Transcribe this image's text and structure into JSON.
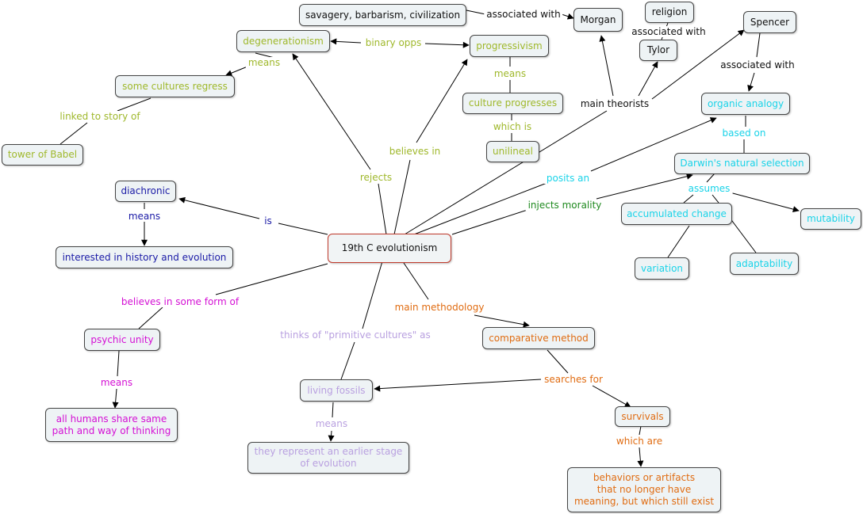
{
  "colors": {
    "black": "#111111",
    "green": "#9fb82b",
    "cyan": "#19d3e8",
    "blue": "#1a1aa6",
    "magenta": "#d40fd4",
    "lavender": "#b9a0e0",
    "orange": "#e06c12",
    "darkgreen": "#1f8a1f"
  },
  "nodes": {
    "root": "19th C evolutionism",
    "savagery": "savagery, barbarism, civilization",
    "morgan": "Morgan",
    "religion": "religion",
    "tylor": "Tylor",
    "spencer": "Spencer",
    "degenerationism": "degenerationism",
    "progressivism": "progressivism",
    "regress": "some cultures regress",
    "progresses": "culture progresses",
    "unilineal": "unilineal",
    "babel": "tower of Babel",
    "organic": "organic analogy",
    "darwin": "Darwin's natural selection",
    "accumulated": "accumulated change",
    "mutability": "mutability",
    "variation": "variation",
    "adaptability": "adaptability",
    "diachronic": "diachronic",
    "history": "interested in history and evolution",
    "psychic": "psychic unity",
    "allhumans": "all humans share same\npath and way of thinking",
    "fossils": "living fossils",
    "earlier": "they represent an earlier stage\nof evolution",
    "comparative": "comparative method",
    "survivals": "survivals",
    "behaviors": "behaviors or artifacts\nthat no longer have\nmeaning, but which still exist"
  },
  "labels": {
    "assoc_morgan": "associated with",
    "assoc_tylor": "associated with",
    "assoc_spencer": "associated with",
    "binary": "binary opps",
    "means_degen": "means",
    "means_prog": "means",
    "linked": "linked to story of",
    "which_is": "which is",
    "main_theorists": "main theorists",
    "believes_in": "believes in",
    "rejects": "rejects",
    "posits": "posits an",
    "based_on": "based on",
    "assumes": "assumes",
    "injects": "injects morality",
    "is": "is",
    "means_diachronic": "means",
    "believes_some": "believes in some form of",
    "means_psychic": "means",
    "thinks_of": "thinks of \"primitive cultures\" as",
    "means_fossils": "means",
    "main_method": "main methodology",
    "searches": "searches for",
    "which_are": "which are"
  }
}
